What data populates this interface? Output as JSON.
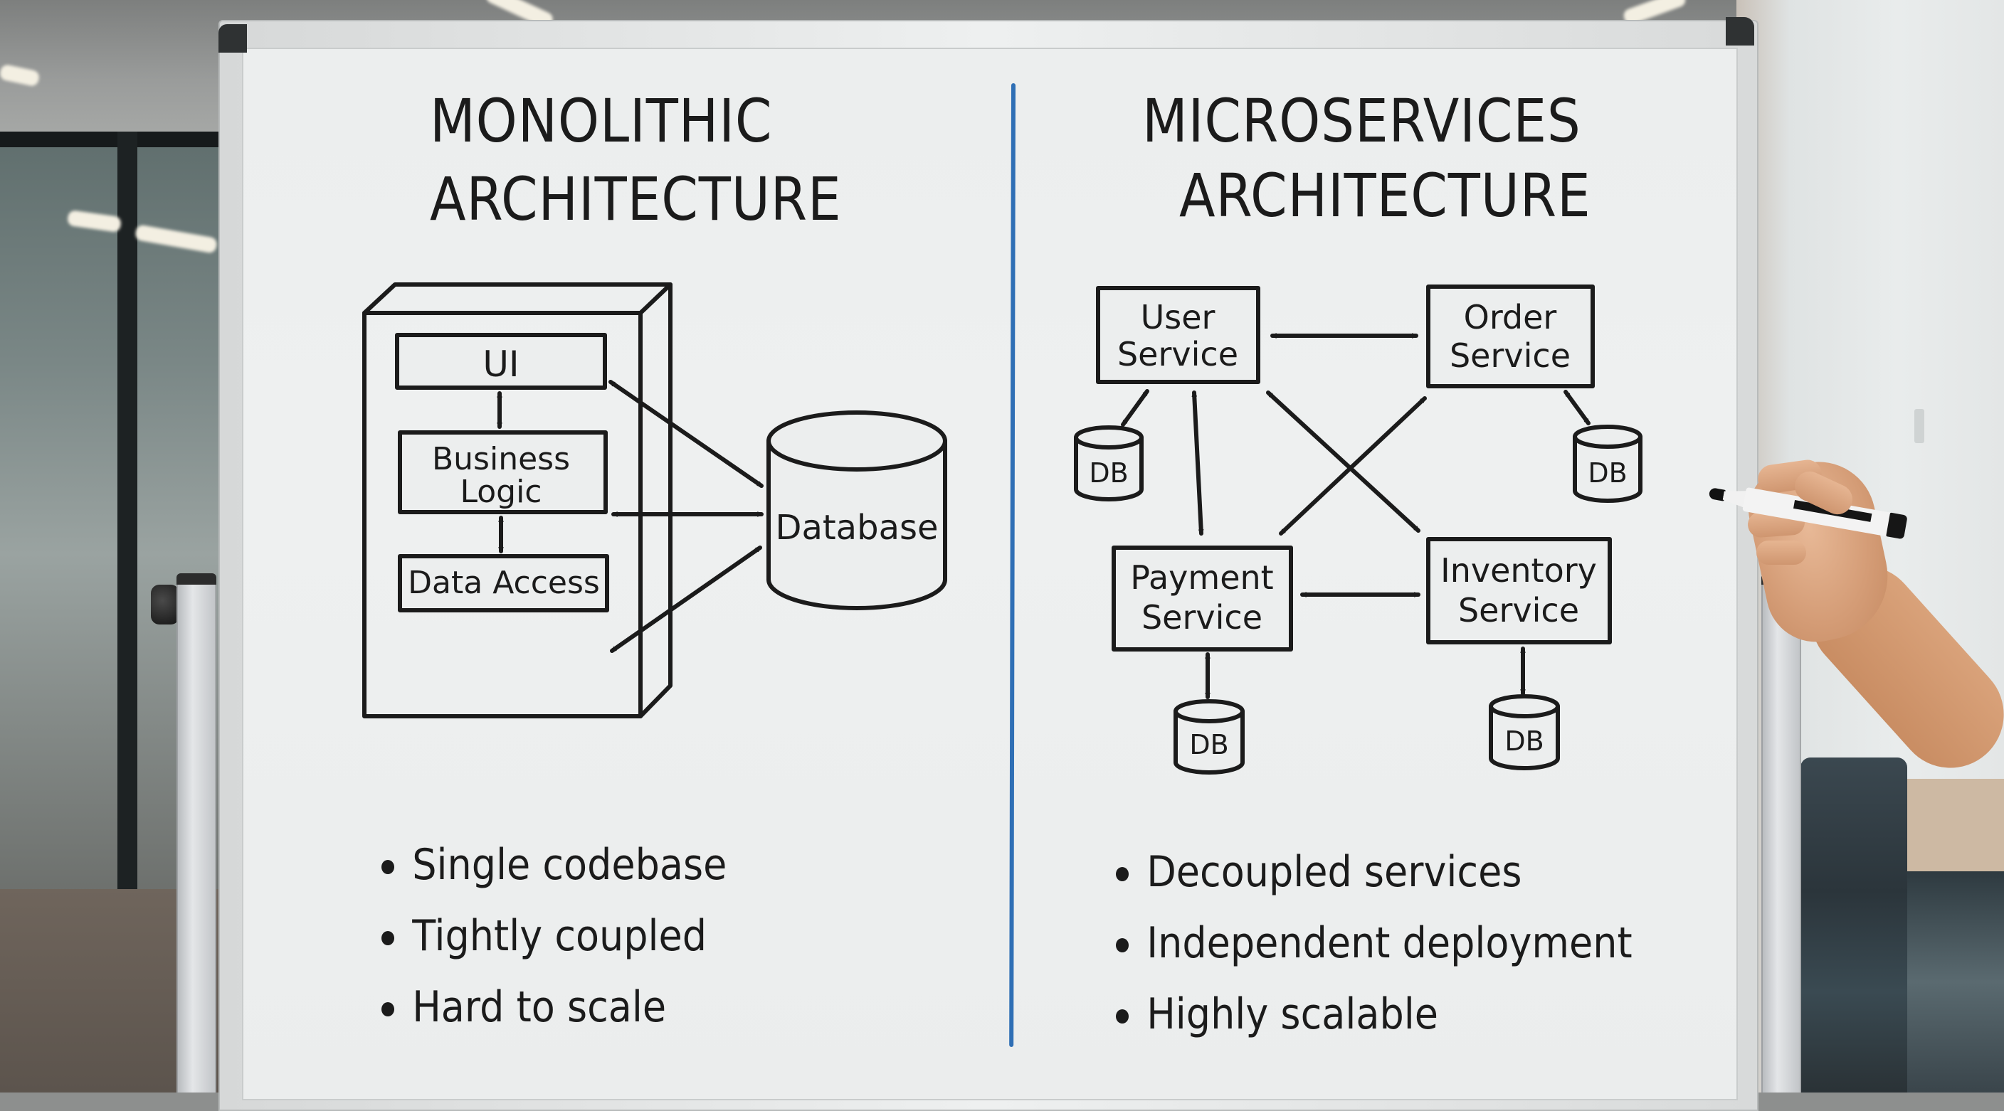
{
  "board": {
    "divider_color": "#2f6fb5",
    "ink_color": "#1b1b1b"
  },
  "monolithic": {
    "title_line1": "MONOLITHIC",
    "title_line2": "ARCHITECTURE",
    "layers": [
      {
        "label_line1": "UI",
        "label_line2": ""
      },
      {
        "label_line1": "Business",
        "label_line2": "Logic"
      },
      {
        "label_line1": "Data Access",
        "label_line2": ""
      }
    ],
    "database_label": "Database",
    "connections": [
      {
        "from": "UI",
        "to": "Business Logic",
        "type": "bidirectional"
      },
      {
        "from": "Business Logic",
        "to": "Data Access",
        "type": "bidirectional"
      },
      {
        "from": "UI",
        "to": "Database",
        "type": "bidirectional"
      },
      {
        "from": "Business Logic",
        "to": "Database",
        "type": "bidirectional"
      },
      {
        "from": "Data Access",
        "to": "Database",
        "type": "bidirectional"
      }
    ],
    "bullets": [
      "Single codebase",
      "Tightly coupled",
      "Hard to scale"
    ]
  },
  "microservices": {
    "title_line1": "MICROSERVICES",
    "title_line2": "ARCHITECTURE",
    "services": [
      {
        "id": "user",
        "label_line1": "User",
        "label_line2": "Service",
        "db_label": "DB"
      },
      {
        "id": "order",
        "label_line1": "Order",
        "label_line2": "Service",
        "db_label": "DB"
      },
      {
        "id": "payment",
        "label_line1": "Payment",
        "label_line2": "Service",
        "db_label": "DB"
      },
      {
        "id": "inventory",
        "label_line1": "Inventory",
        "label_line2": "Service",
        "db_label": "DB"
      }
    ],
    "connections": [
      {
        "from": "User Service",
        "to": "Order Service",
        "type": "bidirectional"
      },
      {
        "from": "User Service",
        "to": "Payment Service",
        "type": "bidirectional"
      },
      {
        "from": "User Service",
        "to": "Inventory Service",
        "type": "bidirectional"
      },
      {
        "from": "Order Service",
        "to": "Payment Service",
        "type": "bidirectional"
      },
      {
        "from": "Payment Service",
        "to": "Inventory Service",
        "type": "bidirectional"
      },
      {
        "from": "User Service",
        "to": "DB",
        "type": "bidirectional"
      },
      {
        "from": "Order Service",
        "to": "DB",
        "type": "bidirectional"
      },
      {
        "from": "Payment Service",
        "to": "DB",
        "type": "bidirectional"
      },
      {
        "from": "Inventory Service",
        "to": "DB",
        "type": "bidirectional"
      }
    ],
    "bullets": [
      "Decoupled services",
      "Independent deployment",
      "Highly scalable"
    ]
  }
}
